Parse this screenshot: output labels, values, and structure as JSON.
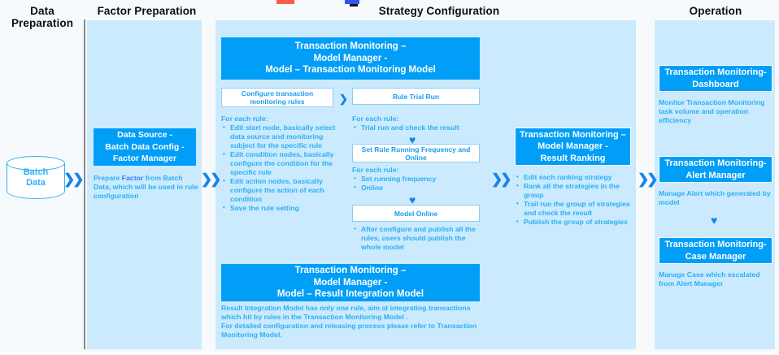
{
  "columns": {
    "data_preparation": {
      "heading": "Data\nPreparation",
      "cylinder_label": "Batch\nData"
    },
    "factor_preparation": {
      "heading": "Factor Preparation",
      "header_box": "Data Source -\nBatch Data Config -\nFactor Manager",
      "body_text_before": "Prepare ",
      "body_text_highlight": "Factor",
      "body_text_after": " from Batch Data, which will be used in rule configuration"
    },
    "strategy_configuration": {
      "heading": "Strategy Configuration",
      "model_header": "Transaction Monitoring –\nModel Manager -\nModel – Transaction Monitoring Model",
      "step_configure_rules": "Configure transaction\nmonitoring rules",
      "step_rule_trial_run": "Rule Trial Run",
      "step_set_frequency": "Set Rule Running Frequency and Online",
      "step_model_online": "Model Online",
      "left_list_title": "For each rule:",
      "left_list_items": [
        "Edit start node, basically select data source and monitoring subject for the specific rule",
        "Edit condition nodes, basically configure the condition for the specific rule",
        "Edit action nodes, basically configure the action of each condition",
        "Save the rule setting"
      ],
      "right_list1_title": "For each rule:",
      "right_list1_items": [
        "Trial run and check the result"
      ],
      "right_list2_title": "For each rule:",
      "right_list2_items": [
        "Set running frequency",
        "Online"
      ],
      "right_list3_items": [
        "After configure and publish all the rules, users should publish the whole model"
      ],
      "result_header": "Transaction Monitoring –\nModel Manager -\nModel – Result Integration Model",
      "result_body": "Result Integration Model has only one rule, aim at integrating transactions which hit by rules in the Transaction Monitoring Model .\nFor detailed configuration and releasing process please refer to Transaction Monitoring Model.",
      "ranking_header": "Transaction Monitoring –\nModel Manager -\nResult Ranking",
      "ranking_items": [
        "Edit each ranking strategy",
        "Rank all the strategies in the group",
        "Trail run the group of strategies and check the result",
        "Publish the group of strategies"
      ]
    },
    "operation": {
      "heading": "Operation",
      "dashboard_header": "Transaction Monitoring-\nDashboard",
      "dashboard_body": "Monitor Transaction Monitoring task  volume and operation efficiency",
      "alert_header": "Transaction Monitoring-\nAlert Manager",
      "alert_body": "Manage Alert which generated by model",
      "case_header": "Transaction Monitoring-\nCase Manager",
      "case_body": "Manage Case which escalated from Alert Manager"
    }
  },
  "icons": {
    "double_chevron": "❯❯",
    "single_chevron": "❯",
    "chevron_down": "♥"
  },
  "colors": {
    "panel_background": "#cbeafd",
    "header_block": "#009ef7",
    "body_text": "#2ab0f5",
    "highlight_text": "#2f7df7",
    "page_background": "#f7fafd",
    "arrow": "#1683e8"
  }
}
